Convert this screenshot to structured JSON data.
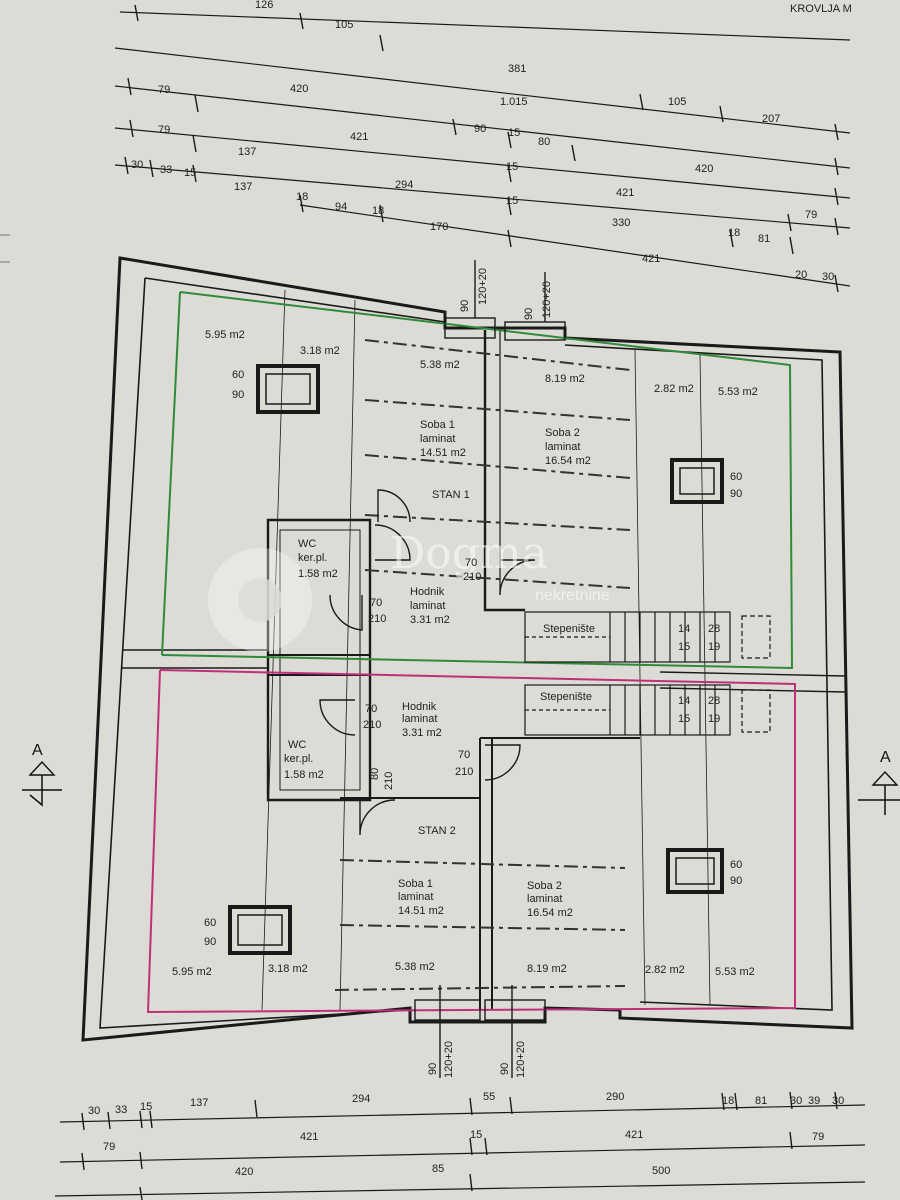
{
  "header_fragment": "KROVLJA M",
  "watermark": {
    "brand": "Dogma",
    "sub": "nekretnine"
  },
  "section_marks": {
    "left": "A",
    "right": "A"
  },
  "top_dimension_lines": [
    [
      "126",
      "105",
      "381"
    ],
    [
      "79",
      "420",
      "1.015",
      "105",
      "207"
    ],
    [
      "79",
      "421",
      "90",
      "15",
      "80",
      "420"
    ],
    [
      "30",
      "33",
      "15",
      "137",
      "294",
      "15",
      "421"
    ],
    [
      "137",
      "18",
      "94",
      "18",
      "170",
      "15",
      "330",
      "18",
      "81",
      "79"
    ],
    [
      "421",
      "20",
      "30"
    ]
  ],
  "bottom_dimension_lines": [
    [
      "30",
      "33",
      "15",
      "137",
      "294",
      "55",
      "290",
      "18",
      "81",
      "30",
      "39",
      "30"
    ],
    [
      "79",
      "421",
      "15",
      "421",
      "79"
    ],
    [
      "420",
      "85",
      "500"
    ]
  ],
  "upper_unit": {
    "label": "STAN 1",
    "rooms": [
      {
        "name": "",
        "finish": "",
        "area": "5.95 m2"
      },
      {
        "name": "",
        "finish": "",
        "area": "3.18 m2"
      },
      {
        "name": "",
        "finish": "",
        "area": "5.38 m2"
      },
      {
        "name": "",
        "finish": "",
        "area": "8.19 m2"
      },
      {
        "name": "",
        "finish": "",
        "area": "2.82 m2"
      },
      {
        "name": "",
        "finish": "",
        "area": "5.53 m2"
      },
      {
        "name": "Soba 1",
        "finish": "laminat",
        "area": "14.51 m2"
      },
      {
        "name": "Soba 2",
        "finish": "laminat",
        "area": "16.54 m2"
      },
      {
        "name": "WC",
        "finish": "ker.pl.",
        "area": "1.58 m2"
      },
      {
        "name": "Hodnik",
        "finish": "laminat",
        "area": "3.31 m2"
      },
      {
        "name": "Stepenište",
        "finish": "",
        "area": ""
      }
    ],
    "openings": [
      {
        "w": "90",
        "h": "120+20"
      },
      {
        "w": "90",
        "h": "120+20"
      },
      {
        "w": "60",
        "h": "90"
      },
      {
        "w": "60",
        "h": "90"
      },
      {
        "w": "70",
        "h": "210"
      },
      {
        "w": "70",
        "h": "210"
      }
    ],
    "stair_dims": [
      "14",
      "28",
      "15",
      "19"
    ]
  },
  "lower_unit": {
    "label": "STAN 2",
    "rooms": [
      {
        "name": "",
        "finish": "",
        "area": "5.95 m2"
      },
      {
        "name": "",
        "finish": "",
        "area": "3.18 m2"
      },
      {
        "name": "",
        "finish": "",
        "area": "5.38 m2"
      },
      {
        "name": "",
        "finish": "",
        "area": "8.19 m2"
      },
      {
        "name": "",
        "finish": "",
        "area": "2.82 m2"
      },
      {
        "name": "",
        "finish": "",
        "area": "5.53 m2"
      },
      {
        "name": "Soba 1",
        "finish": "laminat",
        "area": "14.51 m2"
      },
      {
        "name": "Soba 2",
        "finish": "laminat",
        "area": "16.54 m2"
      },
      {
        "name": "WC",
        "finish": "ker.pl.",
        "area": "1.58 m2"
      },
      {
        "name": "Hodnik",
        "finish": "laminat",
        "area": "3.31 m2"
      },
      {
        "name": "Stepenište",
        "finish": "",
        "area": ""
      }
    ],
    "openings": [
      {
        "w": "90",
        "h": "120+20"
      },
      {
        "w": "90",
        "h": "120+20"
      },
      {
        "w": "60",
        "h": "90"
      },
      {
        "w": "60",
        "h": "90"
      },
      {
        "w": "70",
        "h": "210"
      },
      {
        "w": "70",
        "h": "210"
      },
      {
        "w": "80",
        "h": "210"
      }
    ],
    "stair_dims": [
      "14",
      "28",
      "15",
      "19"
    ]
  },
  "colors": {
    "unit1_outline": "#2e8b3a",
    "unit2_outline": "#c0307a",
    "ink": "#1a1a1a",
    "paper": "#dcdbd5"
  }
}
